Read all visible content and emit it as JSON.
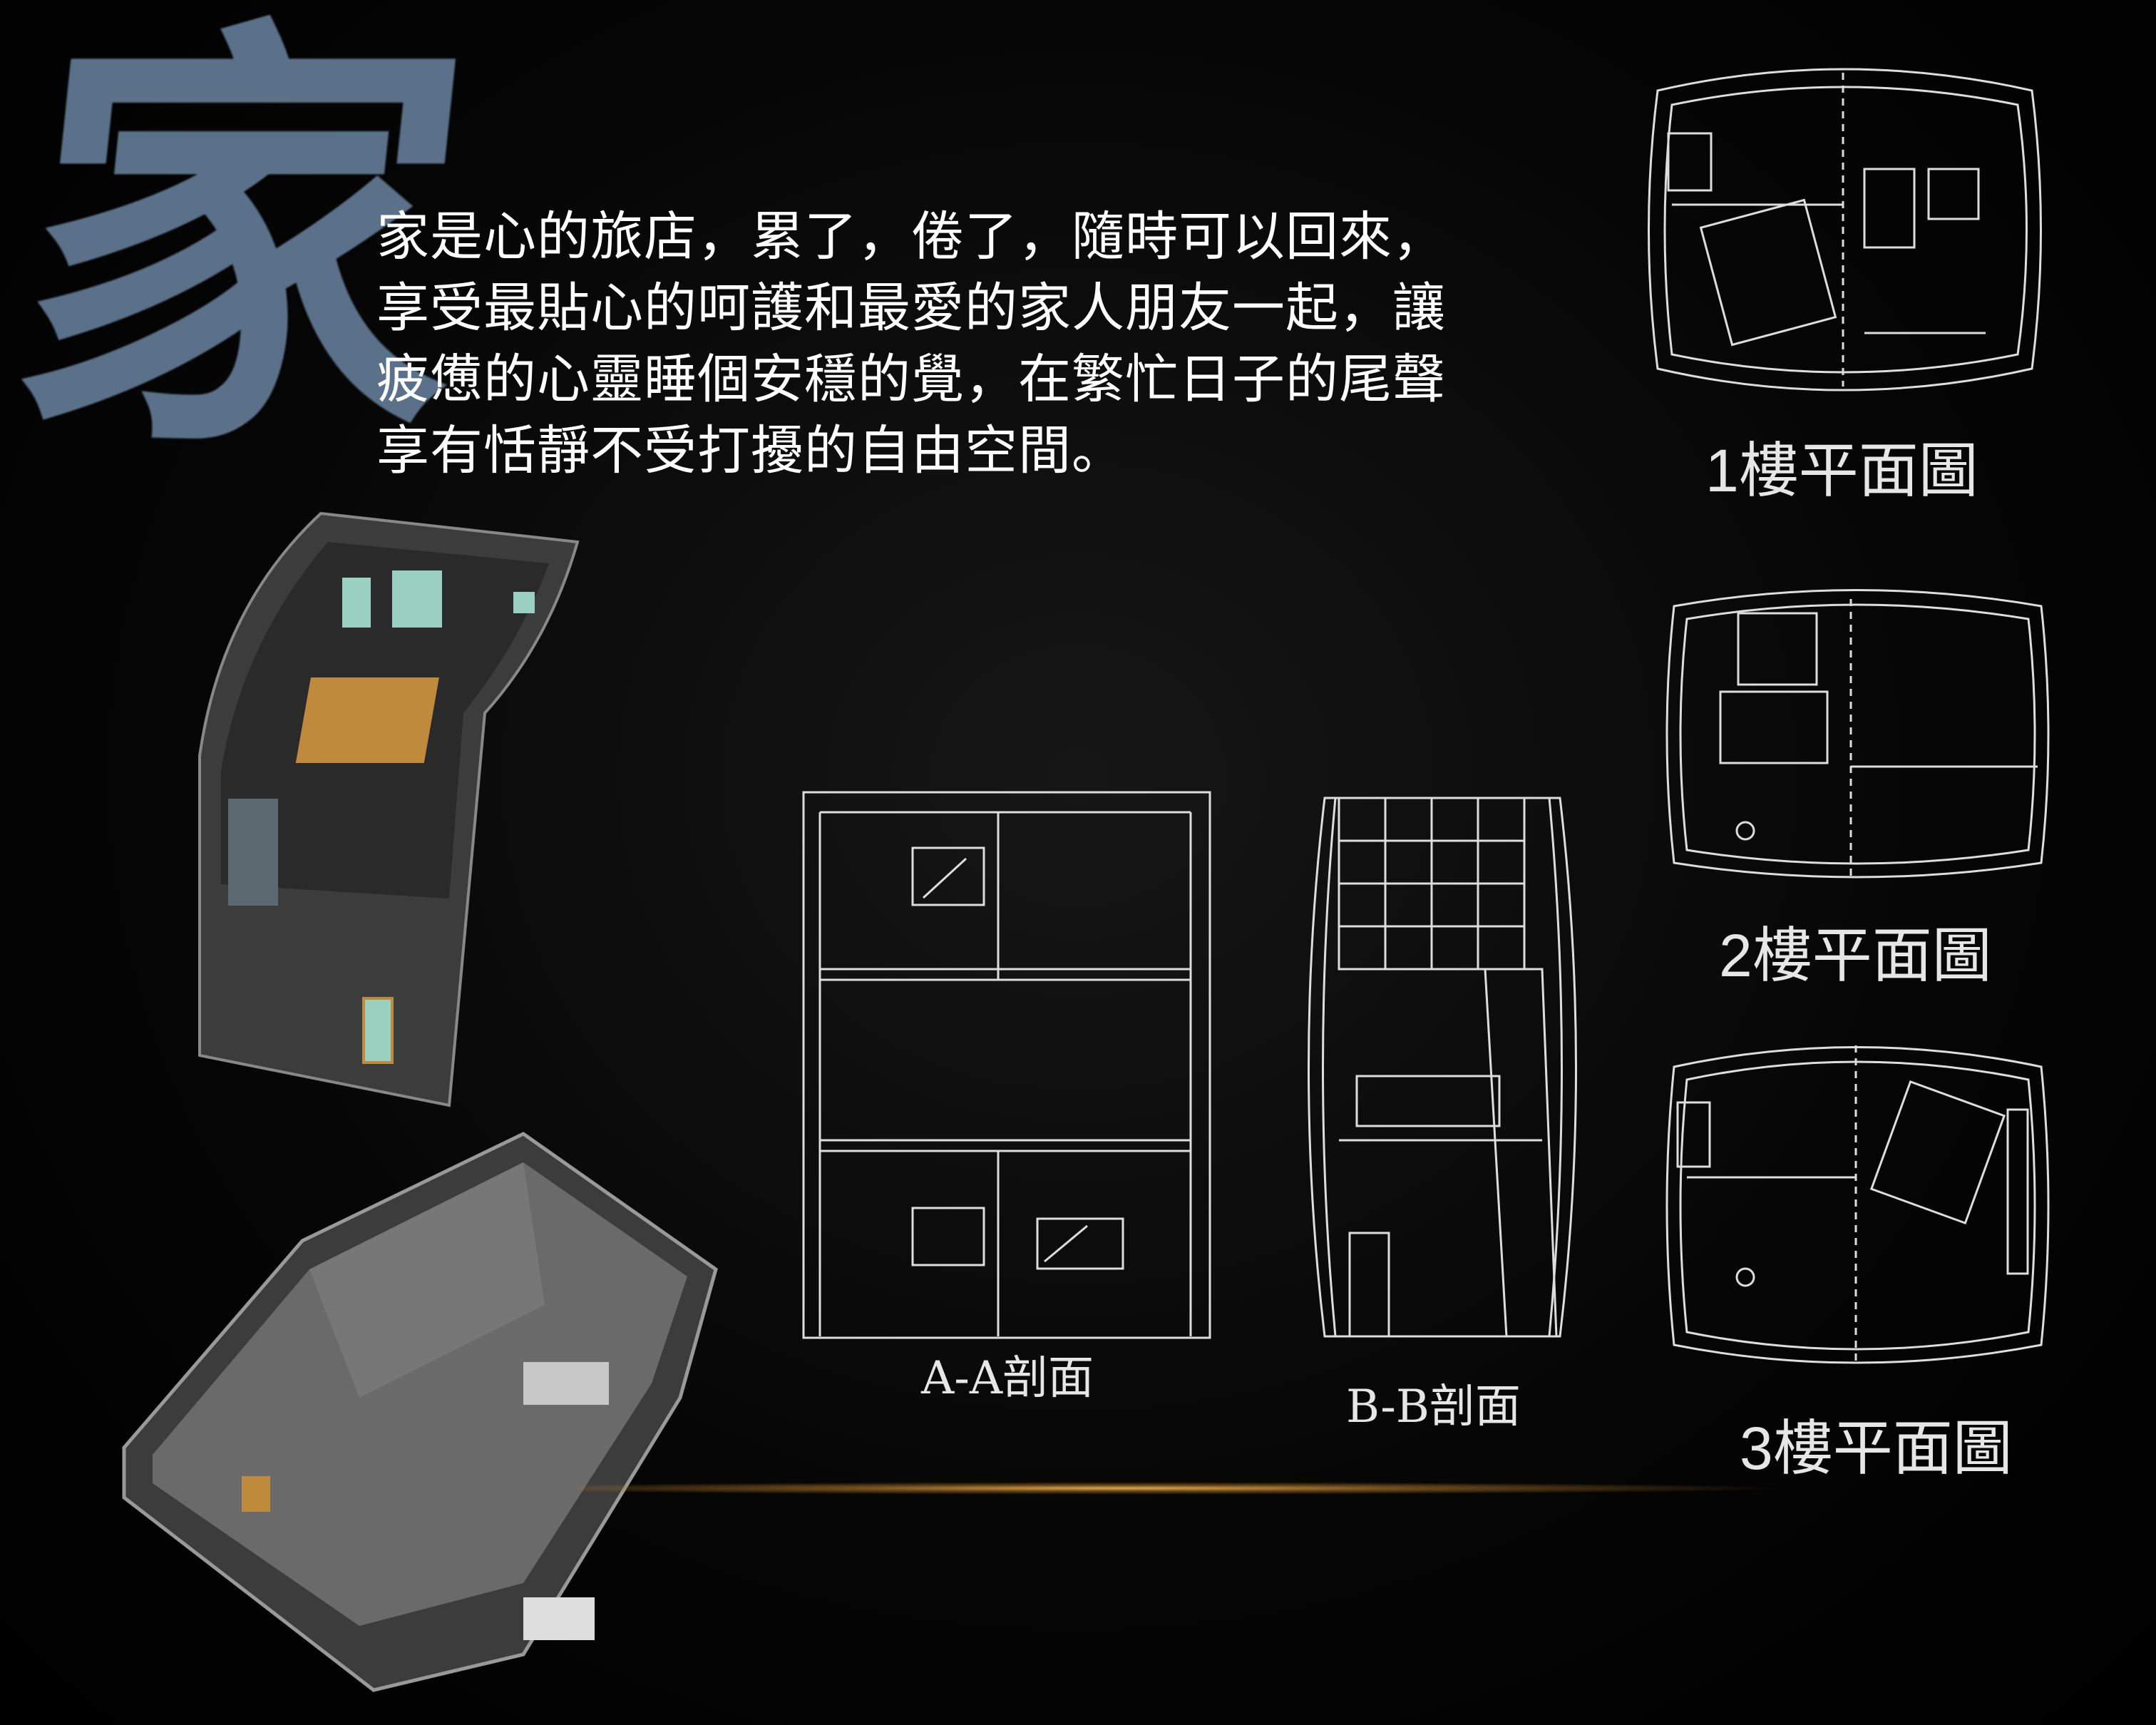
{
  "title_char": "家",
  "paragraph": {
    "lines": [
      "家是心的旅店，累了，倦了，隨時可以回來，",
      "享受最貼心的呵護和最愛的家人朋友一起，讓",
      "疲憊的心靈睡個安穩的覺，在繁忙日子的尾聲",
      "享有恬靜不受打擾的自由空間。"
    ]
  },
  "plans": [
    {
      "label": "1樓平面圖"
    },
    {
      "label": "2樓平面圖"
    },
    {
      "label": "3樓平面圖"
    }
  ],
  "sections": [
    {
      "label": "A-A剖面"
    },
    {
      "label": "B-B剖面"
    }
  ],
  "colors": {
    "brush": "#5b7189",
    "background": "#000000",
    "glow": "#e0a74a",
    "wood": "#c08a3c"
  }
}
